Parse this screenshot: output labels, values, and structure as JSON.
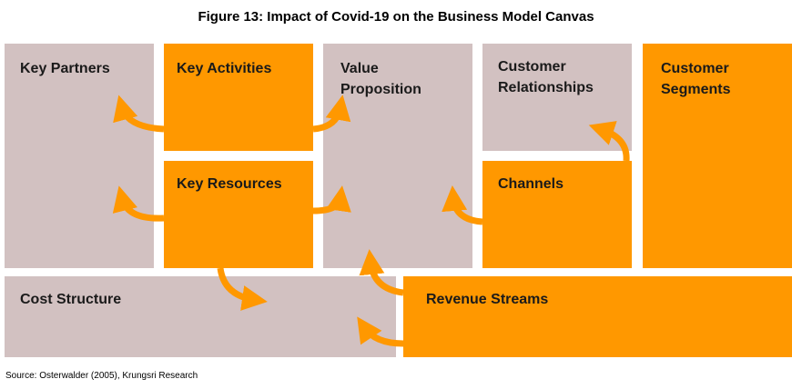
{
  "title": "Figure 13: Impact of Covid-19 on the Business Model Canvas",
  "blocks": {
    "key_partners": "Key Partners",
    "key_activities": "Key Activities",
    "key_resources": "Key Resources",
    "value_proposition_line1": "Value",
    "value_proposition_line2": "Proposition",
    "customer_relationships_line1": "Customer",
    "customer_relationships_line2": "Relationships",
    "channels": "Channels",
    "customer_segments_line1": "Customer",
    "customer_segments_line2": "Segments",
    "cost_structure": "Cost Structure",
    "revenue_streams": "Revenue Streams"
  },
  "source": "Source: Osterwalder (2005), Krungsri Research",
  "colors": {
    "affected": "#ff9800",
    "unaffected": "#d2c1c1"
  }
}
